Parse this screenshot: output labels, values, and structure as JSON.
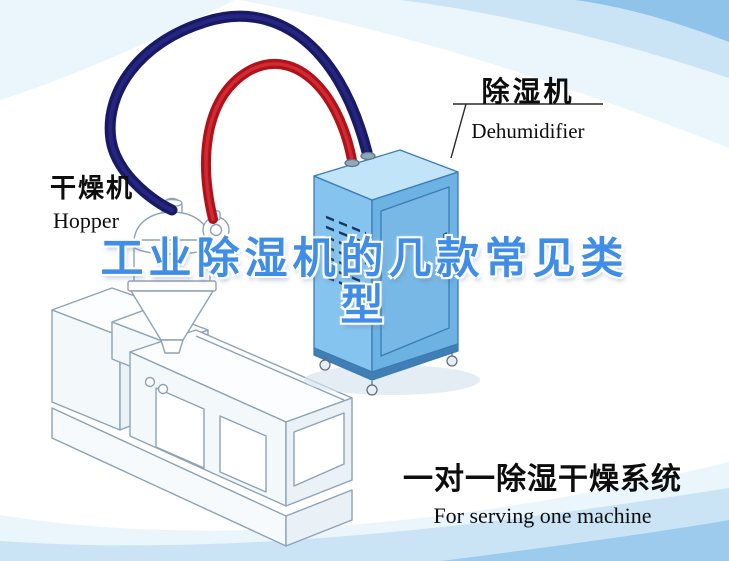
{
  "title": {
    "line1": "工业除湿机的几款常见类",
    "line2": "型",
    "color": "#3f8de6"
  },
  "machine_labels": {
    "hopper": {
      "zh": "干燥机",
      "en": "Hopper"
    },
    "dehumidifier": {
      "zh": "除湿机",
      "en": "Dehumidifier"
    }
  },
  "caption": {
    "zh": "一对一除湿干燥系统",
    "en": "For serving one machine"
  },
  "colors": {
    "title_blue": "#3f8de6",
    "hose_red": "#b01219",
    "hose_navy": "#1b1c70",
    "dehumidifier_body_blue": "#85c4ee",
    "background_accent_blue": "#8fc3ea"
  },
  "illustration_parts": [
    "extruder-machine",
    "hopper-dryer",
    "dehumidifier-unit",
    "red-air-hose",
    "navy-air-hose"
  ]
}
